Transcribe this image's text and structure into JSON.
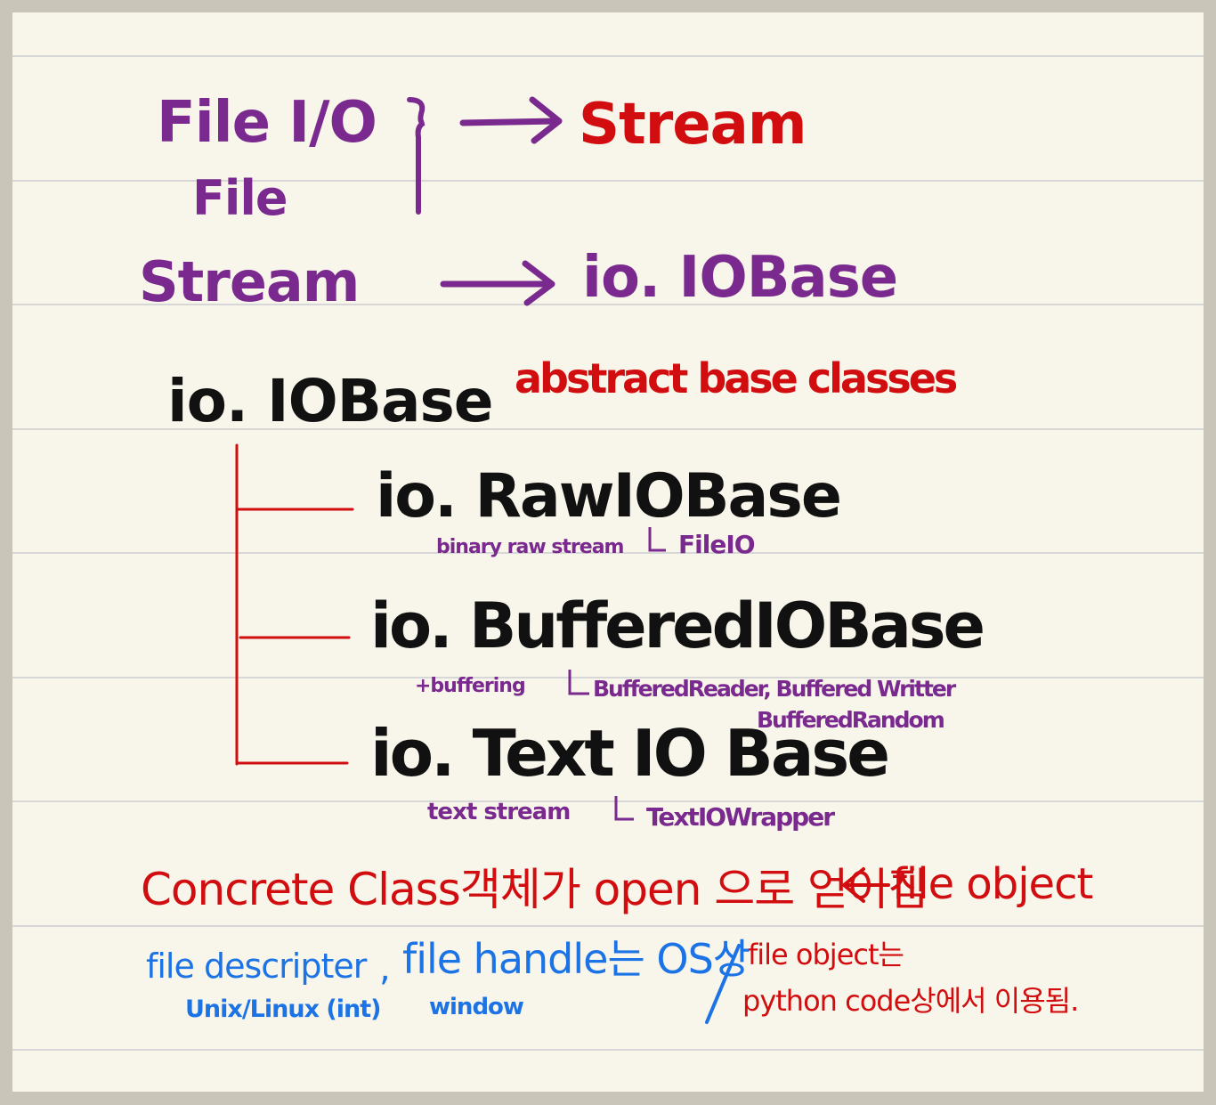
{
  "header": {
    "file_io": "File I/O",
    "file": "File",
    "stream_red": "Stream"
  },
  "row2": {
    "stream": "Stream",
    "iobase": "io. IOBase"
  },
  "row3": {
    "iobase": "io. IOBase",
    "abc": "abstract base classes"
  },
  "raw": {
    "title": "io. RawIOBase",
    "desc": "binary raw stream",
    "impl": "FileIO"
  },
  "buffered": {
    "title": "io. BufferedIOBase",
    "desc": "+buffering",
    "impl": "BufferedReader, Buffered Writter",
    "impl2": "BufferedRandom"
  },
  "text": {
    "title": "io. Text IO Base",
    "desc": "text stream",
    "impl": "TextIOWrapper"
  },
  "concrete": {
    "text": "Concrete Class객체가 open 으로 얻어짐",
    "file_object": "file object"
  },
  "bottom": {
    "descriptor": "file descripter",
    "unix": "Unix/Linux (int)",
    "comma": ",",
    "handle": "file handle는 OS상",
    "window": "window",
    "fo1": "file object는",
    "fo2": "python code상에서 이용됨."
  }
}
